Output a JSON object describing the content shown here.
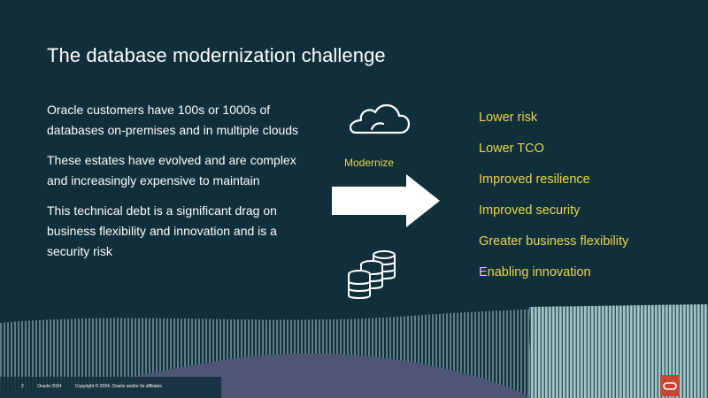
{
  "slide": {
    "title": "The database modernization challenge",
    "paragraphs": [
      "Oracle customers have 100s or 1000s of databases on-premises and in multiple clouds",
      "These estates have evolved and are complex and increasingly expensive to maintain",
      "This technical debt is a significant drag on business flexibility and innovation and is a security risk"
    ],
    "modernize_label": "Modernize",
    "benefits": [
      "Lower risk",
      "Lower TCO",
      "Improved resilience",
      "Improved security",
      "Greater business flexibility",
      "Enabling innovation"
    ],
    "icons": [
      "cloud-icon",
      "right-arrow-icon",
      "database-stack-icon",
      "oracle-logo-icon"
    ]
  },
  "footer": {
    "page_number": "2",
    "brand_year": "Oracle 2024",
    "copyright": "Copyright © 2024, Oracle and/or its affiliates"
  },
  "colors": {
    "background": "#0f2f3a",
    "accent_yellow": "#f0d44f",
    "text_white": "#ffffff",
    "oracle_red": "#c74634",
    "wave_purple": "#4e5577",
    "stripe_teal": "#a6c6c8"
  }
}
